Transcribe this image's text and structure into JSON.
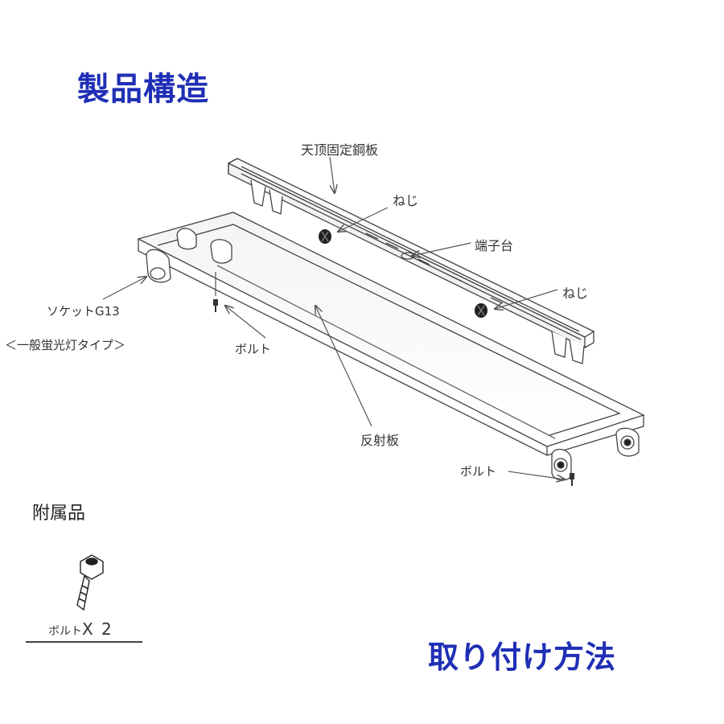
{
  "headings": {
    "product_structure": "製品構造",
    "installation_method": "取り付け方法"
  },
  "labels": {
    "ceiling_plate": "天顶固定鋼板",
    "screw_top": "ねじ",
    "terminal_block": "端子台",
    "screw_right": "ねじ",
    "socket": "ソケットG13",
    "lamp_type": "＜一般蛍光灯タイプ＞",
    "bolt_left": "ボルト",
    "reflector": "反射板",
    "bolt_bottom": "ボルト"
  },
  "accessories": {
    "title": "附属品",
    "bolt_label": "ボルト",
    "bolt_quantity": "X 2"
  },
  "colors": {
    "heading": "#1f2fb5",
    "line": "#555555",
    "text": "#333333"
  }
}
